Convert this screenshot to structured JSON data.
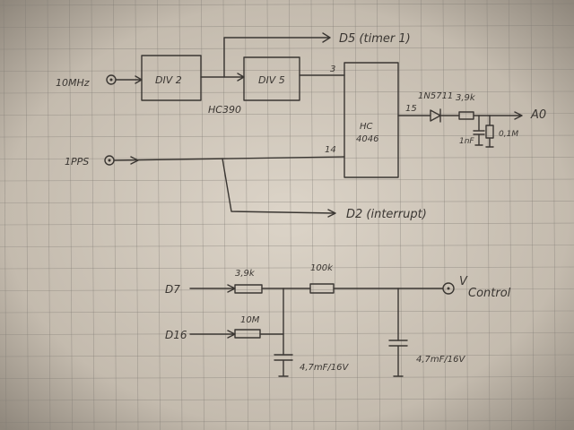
{
  "blocks": {
    "div2": "DIV 2",
    "div5": "DIV 5",
    "hc4046": [
      "HC",
      "4046"
    ]
  },
  "labels": {
    "clk_in": "10MHz",
    "pps_in": "1PPS",
    "hc390": "HC390",
    "d5_out": "D5 (timer 1)",
    "d2_out": "D2 (interrupt)",
    "pin3": "3",
    "pin14": "14",
    "pin15": "15",
    "diode": "1N5711",
    "r_3k9_top": "3,9k",
    "cap_1nf": "1nF",
    "cap_01m": "0,1M",
    "ao_out": "A0",
    "d7_in": "D7",
    "d16_in": "D16",
    "r_3k9_bot": "3,9k",
    "r_100k": "100k",
    "r_10m": "10M",
    "vcontrol": "Control",
    "vcontrol_v": "V",
    "cap_left": "4,7mF/16V",
    "cap_right": "4,7mF/16V"
  }
}
